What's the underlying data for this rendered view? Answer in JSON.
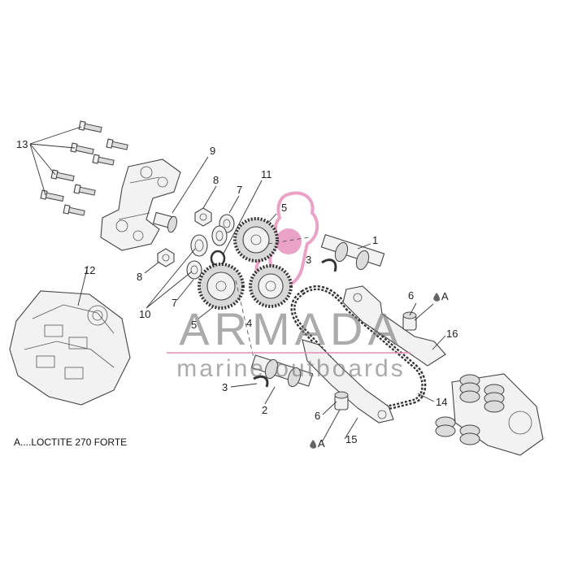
{
  "callouts": {
    "c1": "1",
    "c2": "2",
    "c3a": "3",
    "c3b": "3",
    "c4": "4",
    "c5a": "5",
    "c5b": "5",
    "c6a": "6",
    "c6b": "6",
    "c7a": "7",
    "c7b": "7",
    "c8a": "8",
    "c8b": "8",
    "c9": "9",
    "c10": "10",
    "c11": "11",
    "c12": "12",
    "c13": "13",
    "c14": "14",
    "c15": "15",
    "c16": "16",
    "ca1": "A",
    "ca2": "A"
  },
  "legend": {
    "note": "A....LOCTITE 270 FORTE"
  },
  "watermark": {
    "title": "ARMADA",
    "subtitle": "marine outboards",
    "accent_color": "#e58cb9"
  },
  "icons": {
    "logo": "seahorse-logo-icon",
    "loctite": "drop-icon"
  }
}
